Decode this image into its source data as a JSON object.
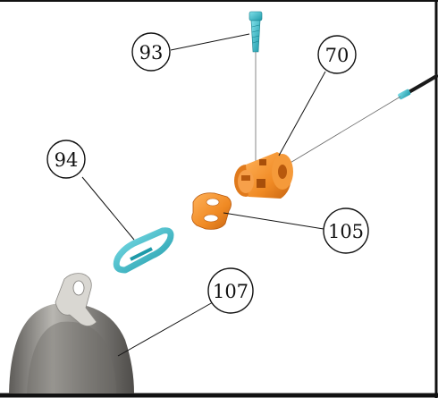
{
  "callouts": {
    "c93": "93",
    "c70": "70",
    "c94": "94",
    "c105": "105",
    "c107": "107"
  },
  "parts": {
    "screw": "screw-icon",
    "cable": "cable-icon",
    "cylinder_clamp": "cylinder-clamp-icon",
    "clip": "clip-icon",
    "plate": "plate-icon",
    "tube": "tube-bracket-icon"
  },
  "colors": {
    "orange": "#f08a24",
    "cyan": "#2fb4c3",
    "tube": "#8e8c88",
    "frame": "#111111"
  }
}
